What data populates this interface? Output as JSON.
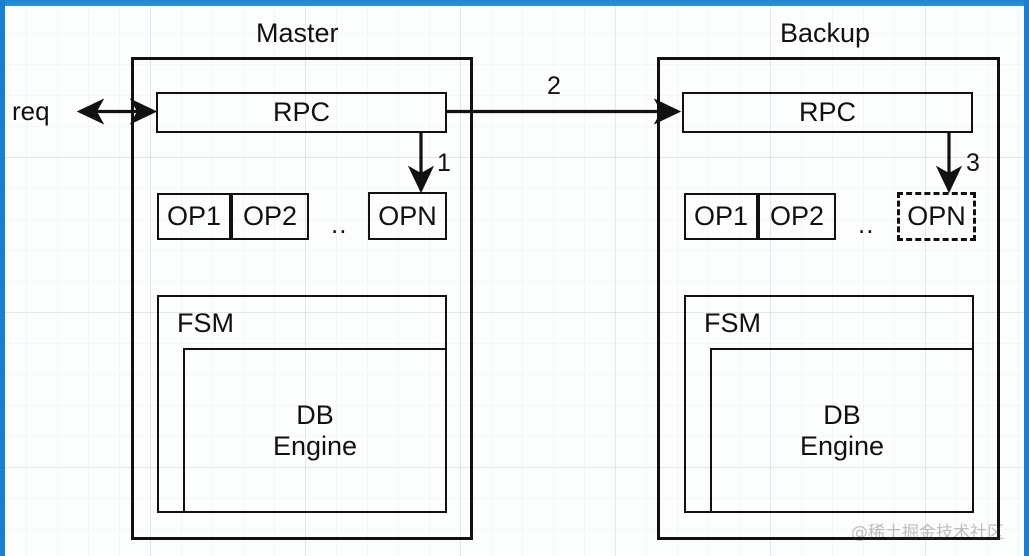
{
  "theme": {
    "accent": "#1a7fd4",
    "stroke": "#111111",
    "canvas": "#fcfdfd",
    "grid_line": "rgba(0,0,0,0.065)"
  },
  "diagram": {
    "type": "architecture-replication",
    "external": {
      "req_label": "req"
    },
    "nodes": [
      {
        "id": "master",
        "title": "Master",
        "rpc_label": "RPC",
        "ops": [
          "OP1",
          "OP2"
        ],
        "ops_ellipsis": "..",
        "op_last": "OPN",
        "op_last_style": "solid",
        "fsm_label": "FSM",
        "engine_label": "DB\nEngine",
        "engine_line1": "DB",
        "engine_line2": "Engine"
      },
      {
        "id": "backup",
        "title": "Backup",
        "rpc_label": "RPC",
        "ops": [
          "OP1",
          "OP2"
        ],
        "ops_ellipsis": "..",
        "op_last": "OPN",
        "op_last_style": "dashed",
        "fsm_label": "FSM",
        "engine_label": "DB\nEngine",
        "engine_line1": "DB",
        "engine_line2": "Engine"
      }
    ],
    "flow_labels": {
      "step1": "1",
      "step2": "2",
      "step3": "3"
    }
  },
  "watermark": {
    "text": "@稀土掘金技术社区"
  }
}
